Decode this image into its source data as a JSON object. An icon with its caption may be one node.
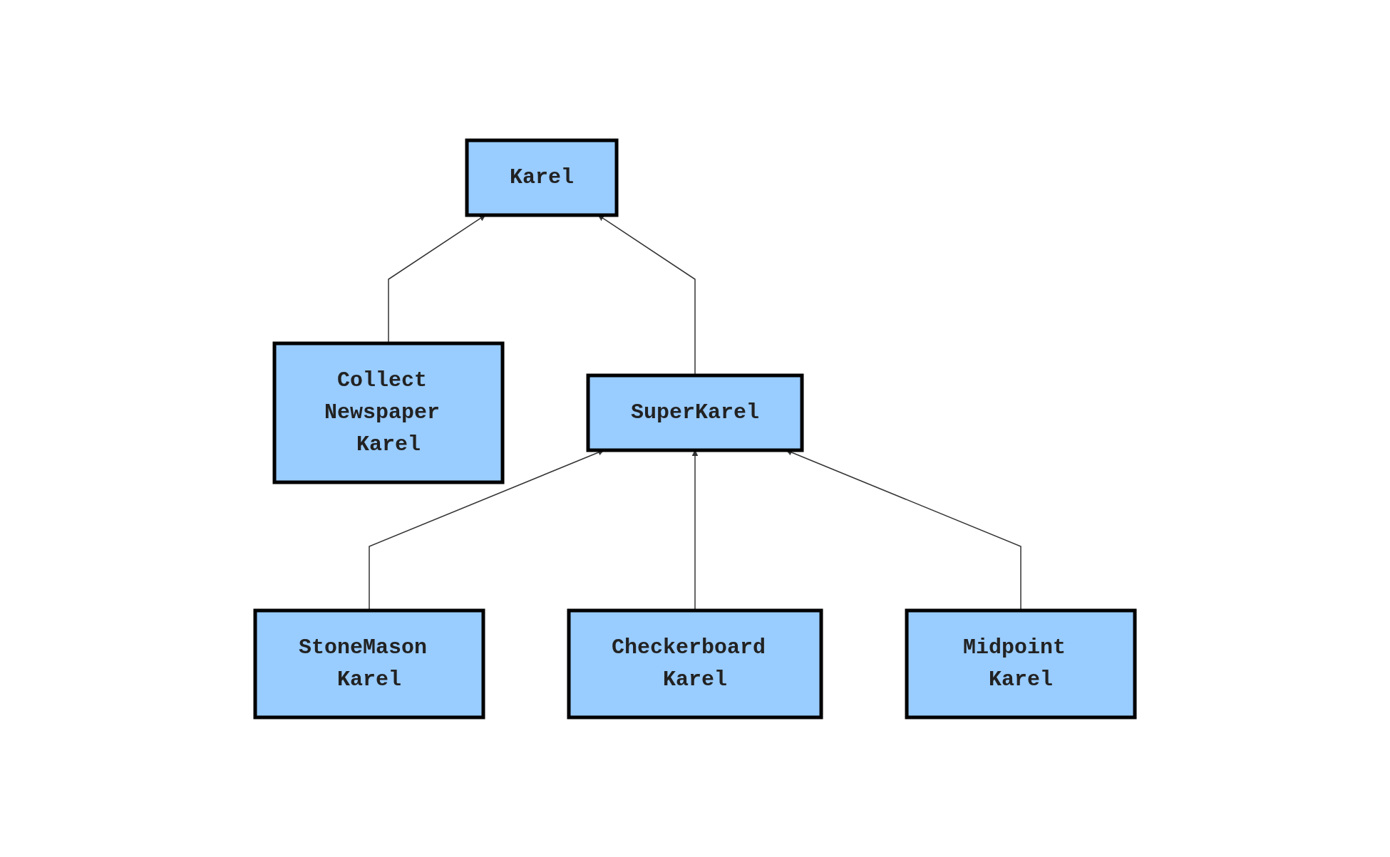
{
  "diagram": {
    "nodes": [
      {
        "text": [
          "Karel"
        ]
      },
      {
        "text": [
          "Collect Newspaper Karel"
        ]
      },
      {
        "text": [
          "SuperKarel"
        ]
      },
      {
        "text": [
          "StoneMason Karel"
        ]
      },
      {
        "text": [
          "Checkerboard Karel"
        ]
      },
      {
        "text": [
          "Midpoint Karel"
        ]
      }
    ],
    "edges": [
      {
        "from": 1,
        "to": 0,
        "arrow": "to"
      },
      {
        "from": 2,
        "to": 0,
        "arrow": "to"
      },
      {
        "from": 3,
        "to": 2,
        "arrow": "to"
      },
      {
        "from": 4,
        "to": 2,
        "arrow": "to"
      },
      {
        "from": 5,
        "to": 2,
        "arrow": "to"
      }
    ]
  }
}
